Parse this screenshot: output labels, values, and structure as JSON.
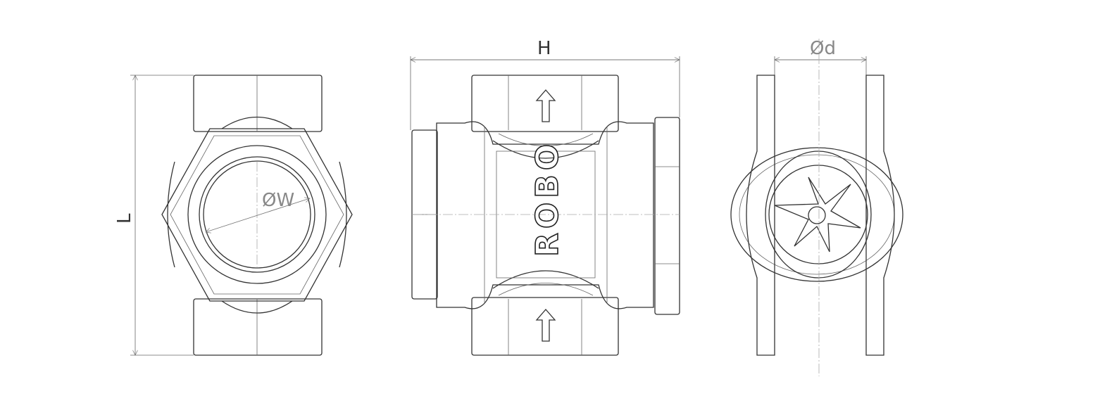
{
  "drawing": {
    "dimensions": {
      "length": "L",
      "height": "H",
      "window_diameter": "ØW",
      "bore_diameter": "Ød"
    },
    "logo_text": "ROBO",
    "colors": {
      "line": "#333333",
      "background": "#ffffff"
    }
  }
}
